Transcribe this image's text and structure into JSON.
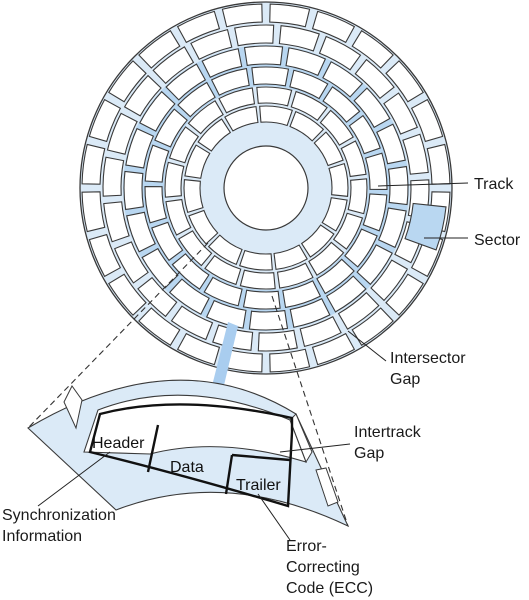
{
  "colors": {
    "disk_fill": "#dbeaf7",
    "disk_stroke": "#3a3a3a",
    "highlight_fill": "#b9d7f1",
    "arrow_fill": "#a9cdef",
    "sector_fill": "#ffffff",
    "record_outline": "#111111"
  },
  "highlight": {
    "track_ring_index": 2,
    "sector_ring_index": 0,
    "sector_index": 2
  },
  "labels": {
    "track": "Track",
    "sector": "Sector",
    "intersector_gap_line1": "Intersector",
    "intersector_gap_line2": "Gap",
    "intertrack_gap_line1": "Intertrack",
    "intertrack_gap_line2": "Gap",
    "sync_line1": "Synchronization",
    "sync_line2": "Information",
    "ecc_line1": "Error-",
    "ecc_line2": "Correcting",
    "ecc_line3": "Code (ECC)"
  },
  "record_fields": {
    "header": "Header",
    "data": "Data",
    "trailer": "Trailer"
  }
}
